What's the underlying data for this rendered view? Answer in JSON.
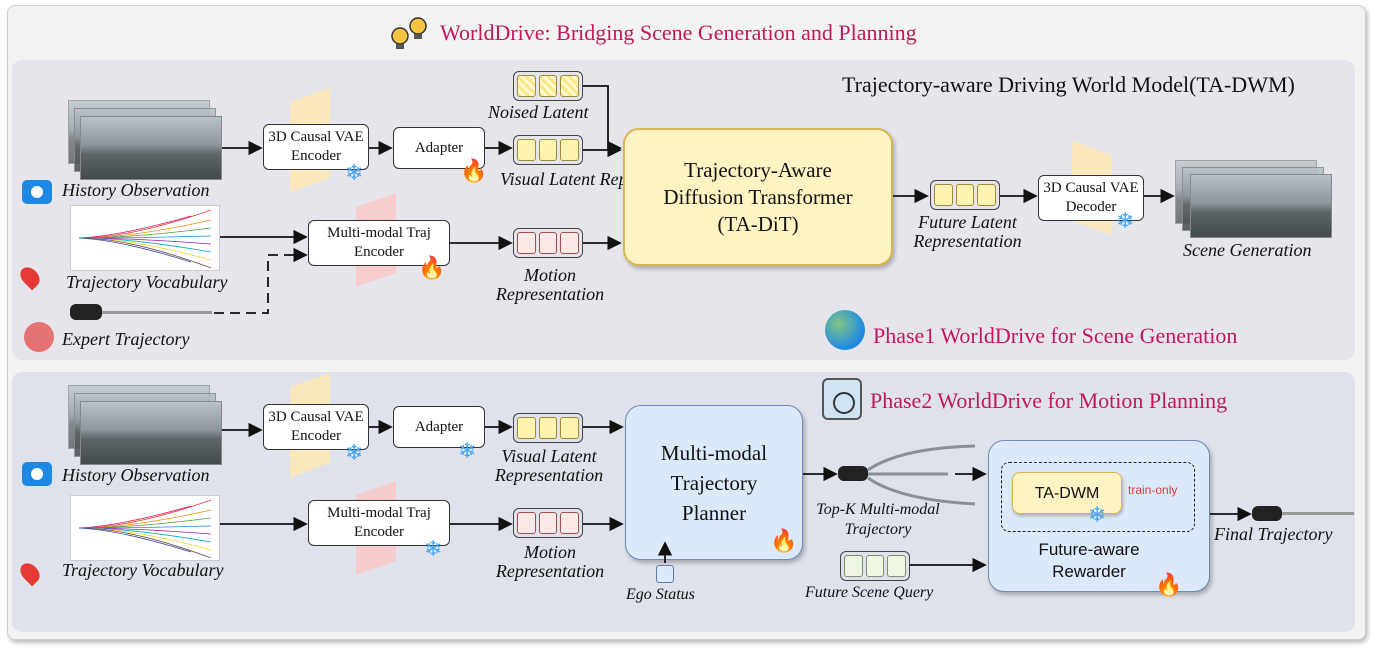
{
  "title": "WorldDrive: Bridging Scene Generation and Planning",
  "phase1": {
    "header": "Trajectory-aware Driving World Model(TA-DWM)",
    "footer": "Phase1 WorldDrive for Scene Generation",
    "history_observation": "History Observation",
    "trajectory_vocabulary": "Trajectory Vocabulary",
    "expert_trajectory": "Expert Trajectory",
    "vae_encoder": "3D Causal VAE Encoder",
    "adapter": "Adapter",
    "traj_encoder": "Multi-modal Traj Encoder",
    "noised_latent": "Noised Latent",
    "visual_latent": "Visual Latent Representation",
    "motion_representation": "Motion Representation",
    "ta_dit": "Trajectory-Aware Diffusion Transformer (TA-DiT)",
    "future_latent": "Future Latent Representation",
    "vae_decoder": "3D Causal VAE Decoder",
    "scene_generation": "Scene Generation"
  },
  "phase2": {
    "header": "Phase2 WorldDrive for Motion Planning",
    "history_observation": "History Observation",
    "trajectory_vocabulary": "Trajectory Vocabulary",
    "vae_encoder": "3D Causal VAE Encoder",
    "adapter": "Adapter",
    "traj_encoder": "Multi-modal Traj Encoder",
    "visual_latent": "Visual Latent Representation",
    "motion_representation": "Motion Representation",
    "planner": "Multi-modal Trajectory Planner",
    "ego_status": "Ego Status",
    "topk": "Top-K Multi-modal Trajectory",
    "future_scene_query": "Future Scene Query",
    "ta_dwm": "TA-DWM",
    "train_only": "train-only",
    "rewarder": "Future-aware Rewarder",
    "final_trajectory": "Final Trajectory"
  },
  "colors": {
    "accent": "#c2185b",
    "trainable": "#e53935",
    "frozen": "#42a5f5",
    "dit_fill": "#fff3c4",
    "planner_fill": "#dce9fb"
  }
}
